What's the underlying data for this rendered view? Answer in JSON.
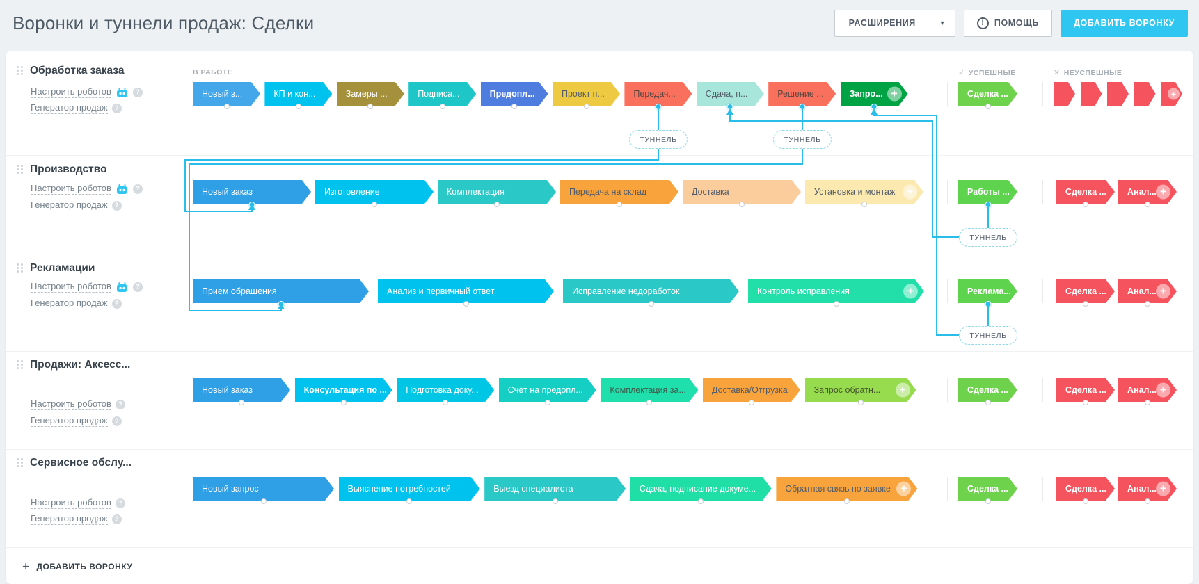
{
  "header": {
    "title": "Воронки и туннели продаж: Сделки",
    "extensions_label": "РАСШИРЕНИЯ",
    "help_label": "ПОМОЩЬ",
    "add_funnel_label": "ДОБАВИТЬ ВОРОНКУ"
  },
  "column_labels": {
    "in_progress": "В РАБОТЕ",
    "successful": "УСПЕШНЫЕ",
    "unsuccessful": "НЕУСПЕШНЫЕ"
  },
  "tunnel_label": "ТУННЕЛЬ",
  "links": {
    "robots": "Настроить роботов",
    "generator": "Генератор продаж"
  },
  "footer": {
    "add_funnel_label": "ДОБАВИТЬ ВОРОНКУ"
  },
  "colors": {
    "accent": "#2fc7f1",
    "tunnel_line": "#29beea",
    "success_green": "#6fd24c",
    "fail_red": "#f5545f"
  },
  "funnels": [
    {
      "name": "Обработка заказа",
      "stages": [
        {
          "label": "Новый з...",
          "bg": "#43a7ea",
          "fg": "#ffffff"
        },
        {
          "label": "КП и кон...",
          "bg": "#00c2ee",
          "fg": "#ffffff"
        },
        {
          "label": "Замеры ...",
          "bg": "#a5913c",
          "fg": "#ffffff"
        },
        {
          "label": "Подписа...",
          "bg": "#1fc6c8",
          "fg": "#ffffff"
        },
        {
          "label": "Предопл...",
          "bg": "#4e7cdf",
          "fg": "#ffffff",
          "bold": true
        },
        {
          "label": "Проект п...",
          "bg": "#eeca42",
          "fg": "#525c69"
        },
        {
          "label": "Передач...",
          "bg": "#f9705c",
          "fg": "#5c4640",
          "dot": true
        },
        {
          "label": "Сдача, п...",
          "bg": "#a8e5da",
          "fg": "#525c69",
          "dot": true
        },
        {
          "label": "Решение ...",
          "bg": "#f9705c",
          "fg": "#5c4640",
          "dot": true
        },
        {
          "label": "Запро...",
          "bg": "#00a344",
          "fg": "#ffffff",
          "plus": true,
          "dot": true,
          "bold": true
        }
      ],
      "success": [
        {
          "label": "Сделка ...",
          "bg": "#6fd24c",
          "fg": "#ffffff",
          "bold": true
        }
      ],
      "failure": [
        {
          "bg": "#f5545f"
        },
        {
          "bg": "#f5545f"
        },
        {
          "bg": "#f5545f"
        },
        {
          "bg": "#f5545f"
        },
        {
          "bg": "#f5545f",
          "plus": true
        }
      ]
    },
    {
      "name": "Производство",
      "stages": [
        {
          "label": "Новый заказ",
          "bg": "#2f9fe6",
          "fg": "#ffffff",
          "dot": true
        },
        {
          "label": "Изготовление",
          "bg": "#00c2ee",
          "fg": "#ffffff"
        },
        {
          "label": "Комплектация",
          "bg": "#2bc8c8",
          "fg": "#ffffff"
        },
        {
          "label": "Передача на склад",
          "bg": "#f8a33c",
          "fg": "#525c69"
        },
        {
          "label": "Доставка",
          "bg": "#fbcc9c",
          "fg": "#525c69"
        },
        {
          "label": "Установка и монтаж",
          "bg": "#fbe9b0",
          "fg": "#525c69",
          "plus": true
        }
      ],
      "success": [
        {
          "label": "Работы ...",
          "bg": "#5ed34e",
          "fg": "#ffffff",
          "bold": true,
          "dot": true
        }
      ],
      "failure": [
        {
          "label": "Сделка ...",
          "bg": "#f5545f",
          "fg": "#ffffff",
          "bold": true
        },
        {
          "label": "Анал...",
          "bg": "#f5545f",
          "fg": "#ffffff",
          "bold": true,
          "plus": true
        }
      ]
    },
    {
      "name": "Рекламации",
      "stages": [
        {
          "label": "Прием обращения",
          "bg": "#2f9fe6",
          "fg": "#ffffff",
          "dot": true
        },
        {
          "label": "Анализ и первичный ответ",
          "bg": "#00c2ee",
          "fg": "#ffffff"
        },
        {
          "label": "Исправление недоработок",
          "bg": "#2bc8c8",
          "fg": "#ffffff"
        },
        {
          "label": "Контроль исправления",
          "bg": "#22dfa9",
          "fg": "#ffffff",
          "plus": true
        }
      ],
      "success": [
        {
          "label": "Реклама...",
          "bg": "#5ed34e",
          "fg": "#ffffff",
          "bold": true,
          "dot": true
        }
      ],
      "failure": [
        {
          "label": "Сделка ...",
          "bg": "#f5545f",
          "fg": "#ffffff",
          "bold": true
        },
        {
          "label": "Анал...",
          "bg": "#f5545f",
          "fg": "#ffffff",
          "bold": true,
          "plus": true
        }
      ]
    },
    {
      "name": "Продажи: Аксесс...",
      "stages": [
        {
          "label": "Новый заказ",
          "bg": "#2f9fe6",
          "fg": "#ffffff"
        },
        {
          "label": "Консультация по ...",
          "bg": "#00c2ee",
          "fg": "#ffffff",
          "bold": true
        },
        {
          "label": "Подготовка доку...",
          "bg": "#00c6e6",
          "fg": "#ffffff"
        },
        {
          "label": "Счёт на предопл...",
          "bg": "#16cfc4",
          "fg": "#ffffff"
        },
        {
          "label": "Комплектация за...",
          "bg": "#1fdfad",
          "fg": "#3f5a4a"
        },
        {
          "label": "Доставка/Отгрузка",
          "bg": "#f8a33c",
          "fg": "#525c69"
        },
        {
          "label": "Запрос обратн...",
          "bg": "#97db4f",
          "fg": "#44552a",
          "plus": true
        }
      ],
      "success": [
        {
          "label": "Сделка ...",
          "bg": "#6fd24c",
          "fg": "#ffffff",
          "bold": true
        }
      ],
      "failure": [
        {
          "label": "Сделка ...",
          "bg": "#f5545f",
          "fg": "#ffffff",
          "bold": true
        },
        {
          "label": "Анал...",
          "bg": "#f5545f",
          "fg": "#ffffff",
          "bold": true,
          "plus": true
        }
      ]
    },
    {
      "name": "Сервисное обслу...",
      "stages": [
        {
          "label": "Новый запрос",
          "bg": "#2f9fe6",
          "fg": "#ffffff"
        },
        {
          "label": "Выяснение потребностей",
          "bg": "#00c2ee",
          "fg": "#ffffff"
        },
        {
          "label": "Выезд специалиста",
          "bg": "#2bc8c8",
          "fg": "#ffffff"
        },
        {
          "label": "Сдача, подписание докуме...",
          "bg": "#1fdfa6",
          "fg": "#ffffff"
        },
        {
          "label": "Обратная связь по заявке",
          "bg": "#f8a33c",
          "fg": "#525c69",
          "plus": true
        }
      ],
      "success": [
        {
          "label": "Сделка ...",
          "bg": "#6fd24c",
          "fg": "#ffffff",
          "bold": true
        }
      ],
      "failure": [
        {
          "label": "Сделка ...",
          "bg": "#f5545f",
          "fg": "#ffffff",
          "bold": true
        },
        {
          "label": "Анал...",
          "bg": "#f5545f",
          "fg": "#ffffff",
          "bold": true,
          "plus": true
        }
      ]
    }
  ]
}
